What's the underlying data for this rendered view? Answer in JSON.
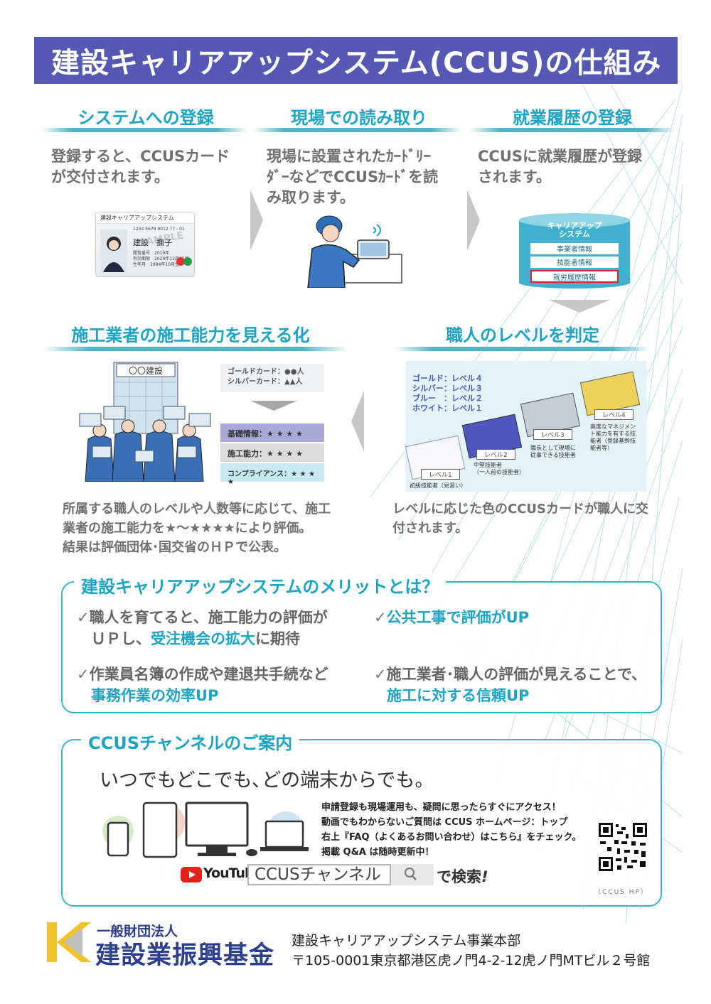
{
  "title": "建設キャリアアップシステム(CCUS)の仕組み",
  "steps": {
    "s1": {
      "head": "システムへの登録",
      "line1": "登録すると、CCUSカード",
      "line2": "が交付されます。"
    },
    "s2": {
      "head": "現場での読み取り",
      "line1": "現場に設置されたｶｰﾄﾞﾘｰ",
      "line2": "ﾀﾞｰなどでCCUSｶｰﾄﾞを読",
      "line3": "み取ります。"
    },
    "s3": {
      "head": "就業履歴の登録",
      "line1": "CCUSに就業履歴が登録",
      "line2": "されます。"
    },
    "s4": {
      "head": "施工業者の施工能力を見える化",
      "line1": "所属する職人のレベルや人数等に応じて、施工",
      "line2": "業者の施工能力を★～★★★★により評価。",
      "line3": "結果は評価団体･国交省のＨＰで公表。"
    },
    "s5": {
      "head": "職人のレベルを判定",
      "line1": "レベルに応じた色のCCUSカードが職人に交",
      "line2": "付されます。"
    }
  },
  "card": {
    "header": "建設キャリアアップシステム",
    "number": "1234 5678 9012 77 - 01",
    "name": "建設　撫子",
    "watermark": "SAMPLE",
    "meta1": "閲覧番号　2019年",
    "meta2": "有効期限　2029年12月31日",
    "meta3": "生年月　1994年10月生"
  },
  "database": {
    "top1": "キャリアアップ",
    "top2": "システム",
    "row1": "事業者情報",
    "row2": "技能者情報",
    "row3": "就労履歴情報"
  },
  "building": {
    "sign": "〇〇建設"
  },
  "ratings": {
    "gold": "ゴールドカード：●●人",
    "silver": "シルバーカード：▲▲人",
    "r1": "基礎情報：★ ★ ★ ★",
    "r2": "施工能力：★ ★ ★ ★",
    "r3": "コンプライアンス：★ ★ ★ ★"
  },
  "levels": {
    "legend1": "ゴールド：レベル４",
    "legend2": "シルバー：レベル３",
    "legend3": "ブルー　：レベル２",
    "legend4": "ホワイト：レベル１",
    "lv1": "レベル1",
    "lv2": "レベル2",
    "lv3": "レベル3",
    "lv4": "レベル4",
    "desc1": "初級技能者（見習い）",
    "desc2a": "中堅技能者",
    "desc2b": "（一人前の技能者）",
    "desc3a": "職長として現場に",
    "desc3b": "従事できる技能者",
    "desc4a": "高度なマネジメン",
    "desc4b": "ト能力を有する技",
    "desc4c": "能者（登録基幹技",
    "desc4d": "能者等）"
  },
  "merits": {
    "head": "建設キャリアアップシステムのメリットとは？",
    "m1a": "職人を育てると、施工能力の評価が",
    "m1b_pre": "ＵＰし、",
    "m1b_hl": "受注機会の拡大",
    "m1b_post": "に期待",
    "m2": "公共工事で評価がUP",
    "m3a": "作業員名簿の作成や建退共手続など",
    "m3b": "事務作業の効率UP",
    "m4a": "施工業者･職人の評価が見えることで、",
    "m4b": "施工に対する信頼UP"
  },
  "channel": {
    "head": "CCUSチャンネルのご案内",
    "tagline": "いつでもどこでも､どの端末からでも。",
    "info1": "申請登録も現場運用も、疑問に思ったらすぐにアクセス！",
    "info2": "動画でもわからないご質問は CCUS ホームページ：トップ",
    "info3": "右上『FAQ（よくあるお問い合わせ）はこちら』をチェック。",
    "info4": "掲載 Q&A は随時更新中！",
    "youtube": "YouTube",
    "search": "CCUSチャンネル",
    "suffix": "で検索",
    "qr_caption": "（CCUS HP）"
  },
  "footer": {
    "org_small": "一般財団法人",
    "org_big": "建設業振興基金",
    "dept": "建設キャリアアップシステム事業本部",
    "address": "〒105-0001東京都港区虎ノ門4-2-12虎ノ門MTビル２号館"
  },
  "colors": {
    "title_bg": "#5559b3",
    "accent": "#1da3c3",
    "line": "#4ab6c9"
  }
}
